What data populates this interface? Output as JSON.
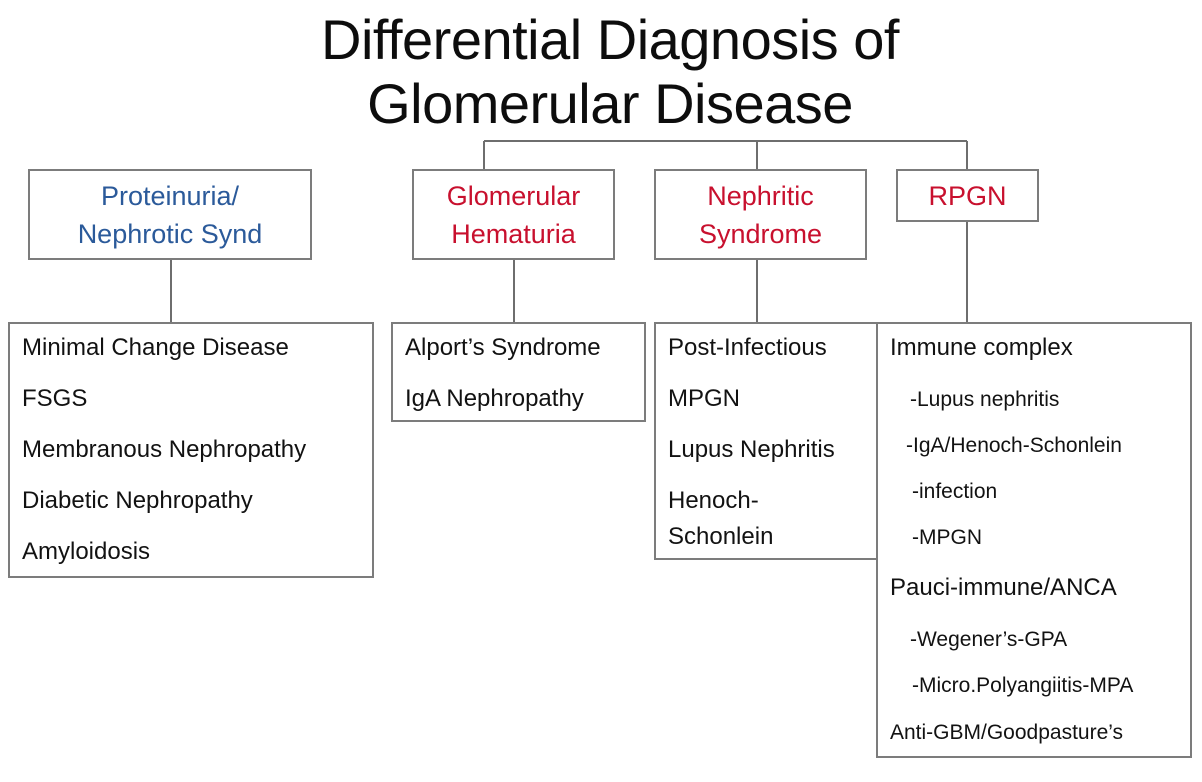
{
  "title": {
    "line1": "Differential Diagnosis of",
    "line2": "Glomerular Disease"
  },
  "categories": [
    {
      "header_line1": "Proteinuria/",
      "header_line2": "Nephrotic Synd",
      "items": [
        "Minimal Change Disease",
        "FSGS",
        "Membranous Nephropathy",
        "Diabetic Nephropathy",
        "Amyloidosis"
      ]
    },
    {
      "header_line1": "Glomerular",
      "header_line2": "Hematuria",
      "items": [
        "Alport’s Syndrome",
        "IgA Nephropathy"
      ]
    },
    {
      "header_line1": "Nephritic",
      "header_line2": "Syndrome",
      "items": [
        "Post-Infectious",
        "MPGN",
        "Lupus Nephritis",
        "Henoch-",
        "Schonlein"
      ]
    },
    {
      "header_line1": "RPGN",
      "items": [
        "Immune complex",
        "-Lupus nephritis",
        "-IgA/Henoch-Schonlein",
        "-infection",
        "-MPGN",
        "Pauci-immune/ANCA",
        "-Wegener’s-GPA",
        "-Micro.Polyangiitis-MPA",
        "Anti-GBM/Goodpasture’s"
      ]
    }
  ]
}
